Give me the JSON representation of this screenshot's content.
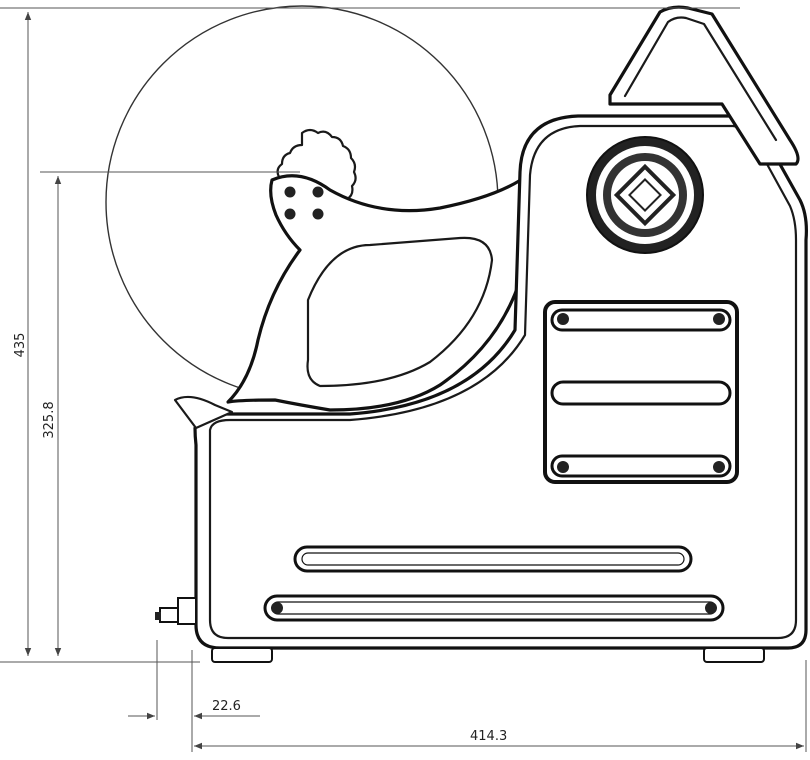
{
  "dimensions": {
    "overall_height": "435",
    "reel_height": "325.8",
    "front_offset": "22.6",
    "overall_width": "414.3"
  }
}
